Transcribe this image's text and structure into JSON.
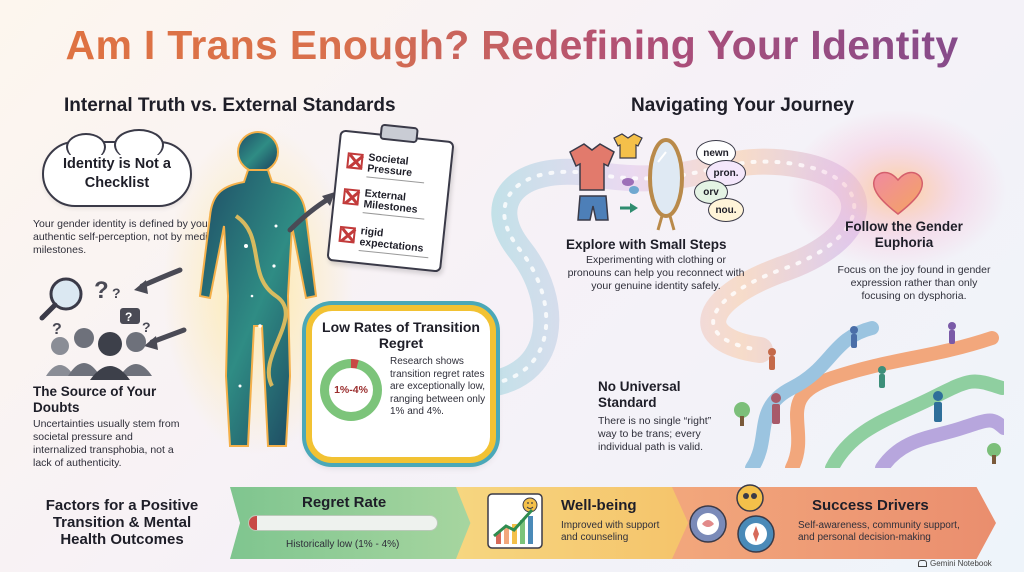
{
  "title": "Am I Trans Enough? Redefining Your Identity",
  "left_section": {
    "heading": "Internal Truth vs. External Standards",
    "cloud_title": "Identity is Not a Checklist",
    "cloud_text": "Your gender identity is defined by your authentic self-perception, not by medical milestones.",
    "clipboard_items": [
      {
        "label": "Societal Pressure"
      },
      {
        "label": "External Milestones"
      },
      {
        "label": "rigid expectations"
      }
    ],
    "doubts_title": "The Source of Your Doubts",
    "doubts_text": "Uncertainties usually stem from societal pressure and internalized transphobia, not a lack of authenticity."
  },
  "regret_box": {
    "title": "Low Rates of Transition Regret",
    "donut_label": "1%-4%",
    "regret_fraction": 0.04,
    "text": "Research shows transition regret rates are exceptionally low, ranging between only 1% and 4%."
  },
  "right_section": {
    "heading": "Navigating Your Journey",
    "explore_title": "Explore with Small Steps",
    "explore_text": "Experimenting with clothing or pronouns can help you reconnect with your genuine identity safely.",
    "pronoun_bubbles": [
      "newn",
      "pron.",
      "orv",
      "nou."
    ],
    "euphoria_title": "Follow the Gender Euphoria",
    "euphoria_text": "Focus on the joy found in gender expression rather than only focusing on dysphoria.",
    "standard_title": "No Universal Standard",
    "standard_text": "There is no single “right” way to be trans; every individual path is valid."
  },
  "bottom": {
    "factors_title": "Factors for a Positive Transition & Mental Health Outcomes",
    "regret_heading": "Regret Rate",
    "regret_bar_label": "Historically low (1% - 4%)",
    "regret_bar_fill": 0.04,
    "wellbeing_heading": "Well-being",
    "wellbeing_text": "Improved with support and counseling",
    "drivers_heading": "Success Drivers",
    "drivers_text": "Self-awareness, community support, and personal decision-making"
  },
  "badge": "Gemini Notebook",
  "colors": {
    "title_start": "#e0733f",
    "title_end": "#7d4a8f",
    "regret_red": "#c84a45",
    "regret_green": "#7cc47a",
    "frame_yellow": "#f2c233",
    "frame_teal": "#4aa8b8"
  }
}
